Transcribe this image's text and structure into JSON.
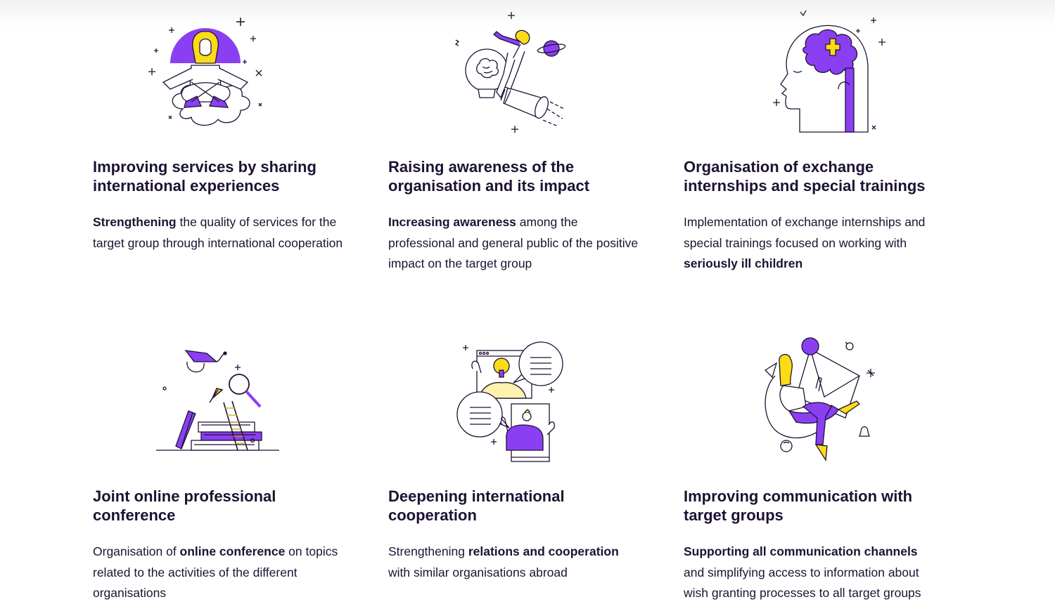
{
  "colors": {
    "accent_purple": "#8b3ff2",
    "accent_yellow": "#fbdc16",
    "ink": "#1e1233"
  },
  "cards": [
    {
      "icon": "meditation-person-icon",
      "title": "Improving services by sharing international experiences",
      "desc": [
        {
          "text": "Strengthening",
          "bold": true
        },
        {
          "text": " the quality of services for the target group through international cooperation",
          "bold": false
        }
      ]
    },
    {
      "icon": "telescope-lightbulb-icon",
      "title": "Raising awareness of the organisation and its impact",
      "desc": [
        {
          "text": "Increasing awareness",
          "bold": true
        },
        {
          "text": " among the professional and general public of the positive impact on the target group",
          "bold": false
        }
      ]
    },
    {
      "icon": "head-brain-cross-icon",
      "title": "Organisation of exchange internships and special trainings",
      "desc": [
        {
          "text": "Implementation of exchange internships and special trainings focused on working with ",
          "bold": false
        },
        {
          "text": "seriously ill children",
          "bold": true
        }
      ]
    },
    {
      "icon": "books-graduation-icon",
      "title": "Joint online professional conference",
      "desc": [
        {
          "text": "Organisation of ",
          "bold": false
        },
        {
          "text": "online conference",
          "bold": true
        },
        {
          "text": " on topics related to the activities of the different organisations",
          "bold": false
        }
      ]
    },
    {
      "icon": "video-call-chat-icon",
      "title": "Deepening international cooperation",
      "desc": [
        {
          "text": "Strengthening ",
          "bold": false
        },
        {
          "text": "relations and cooperation",
          "bold": true
        },
        {
          "text": " with similar organisations abroad",
          "bold": false
        }
      ]
    },
    {
      "icon": "person-envelope-icon",
      "title": "Improving communication with target groups",
      "desc": [
        {
          "text": "Supporting all communication channels",
          "bold": true
        },
        {
          "text": " and simplifying access to information about wish granting processes to all target groups",
          "bold": false
        }
      ]
    }
  ]
}
